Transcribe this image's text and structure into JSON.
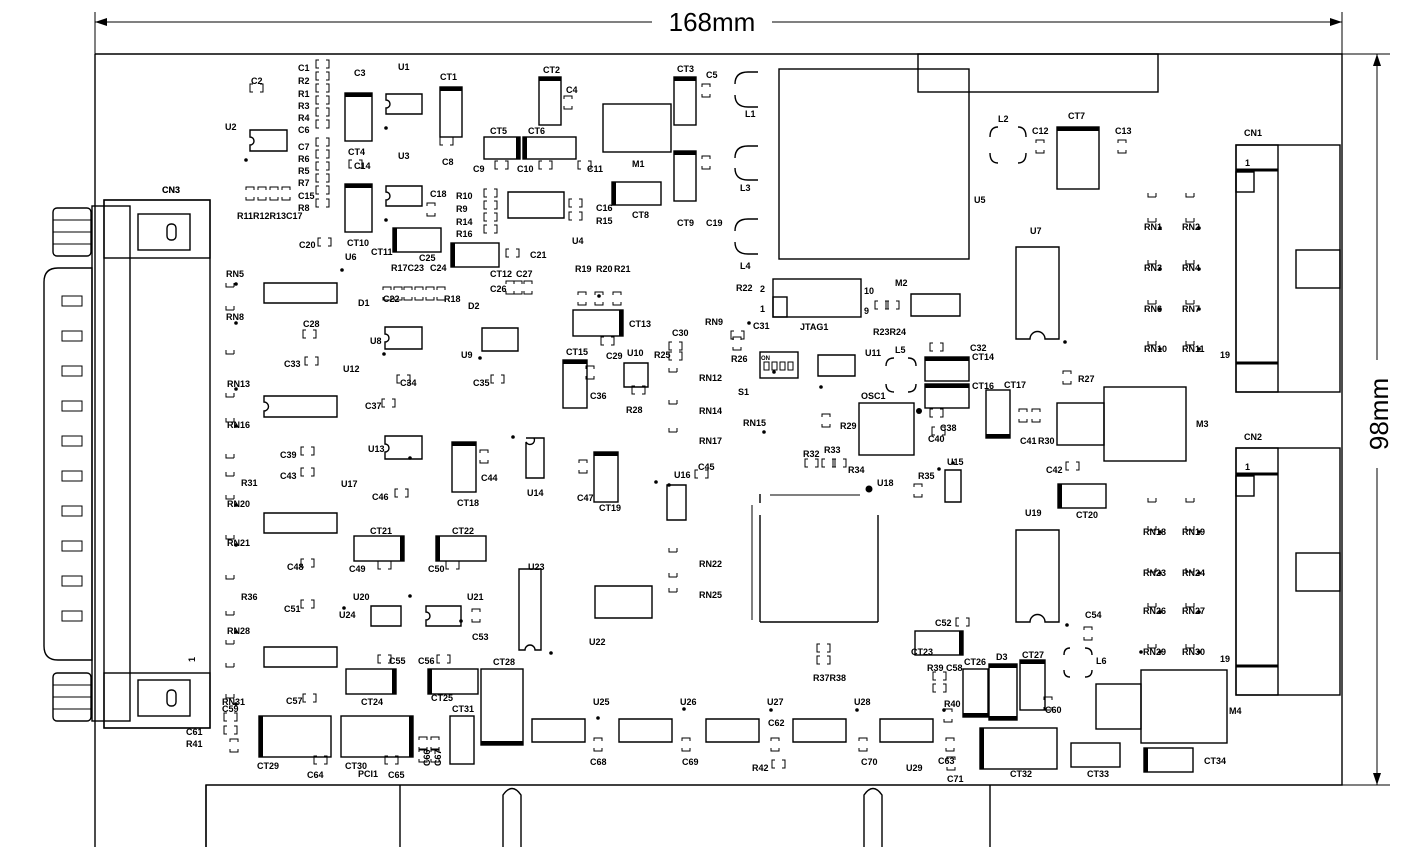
{
  "dimensions": {
    "width": "168mm",
    "height": "98mm"
  },
  "connectors": {
    "cn1": {
      "name": "CN1",
      "pin_first": "1",
      "pin_last": "19"
    },
    "cn2": {
      "name": "CN2",
      "pin_first": "1",
      "pin_last": "19"
    },
    "cn3": {
      "name": "CN3",
      "pin_first": "1"
    }
  },
  "labels": {
    "jtag": "JTAG1",
    "jtag_n10": "10",
    "jtag_n9": "9",
    "jtag_n2": "2",
    "jtag_n1": "1",
    "s1": "S1",
    "dip_on": "ON",
    "osc": "OSC1",
    "pci": "PCI1",
    "refdes": [
      "C1",
      "R2",
      "R1",
      "R3",
      "R4",
      "C6",
      "C7",
      "R6",
      "R5",
      "R7",
      "C15",
      "R8",
      "C2",
      "C3",
      "U1",
      "CT1",
      "CT2",
      "C4",
      "CT3",
      "C5",
      "U2",
      "CT4",
      "U3",
      "C8",
      "C14",
      "CT5",
      "CT6",
      "M1",
      "L1",
      "L2",
      "CT7",
      "C12",
      "C13",
      "C9",
      "C10",
      "C11",
      "CT9",
      "C19",
      "L3",
      "U5",
      "C18",
      "R10",
      "R9",
      "R14",
      "R16",
      "C16",
      "R15",
      "CT8",
      "U4",
      "R11R12R13C17",
      "CT10",
      "C20",
      "CT11",
      "C21",
      "C25",
      "CT12",
      "C27",
      "C26",
      "D1",
      "D2",
      "U6",
      "R17C23",
      "C24",
      "C22",
      "R18",
      "R19",
      "R20",
      "R21",
      "CN3",
      "L4",
      "RN1",
      "RN2",
      "RN3",
      "RN4",
      "RN6",
      "RN7",
      "RN10",
      "RN11",
      "U7",
      "RN5",
      "RN8",
      "C28",
      "U8",
      "U9",
      "C33",
      "U12",
      "C34",
      "C35",
      "C37",
      "CT13",
      "R22",
      "R23R24",
      "M2",
      "C31",
      "C30",
      "RN9",
      "R26",
      "C29",
      "U10",
      "R25",
      "CT15",
      "C36",
      "R28",
      "RN12",
      "RN13",
      "RN14",
      "RN15",
      "RN16",
      "RN17",
      "R29",
      "C32",
      "CT14",
      "CT16",
      "CT17",
      "R27",
      "M3",
      "C41",
      "R30",
      "C38",
      "C40",
      "U11",
      "L5",
      "U13",
      "CT18",
      "C44",
      "U14",
      "C47",
      "CT19",
      "U16",
      "C45",
      "C39",
      "C43",
      "R31",
      "C46",
      "U17",
      "R32",
      "R33",
      "R34",
      "U18",
      "U15",
      "R35",
      "C42",
      "CT20",
      "U19",
      "RN18",
      "RN19",
      "RN20",
      "RN21",
      "RN22",
      "RN23",
      "RN24",
      "RN25",
      "RN26",
      "RN27",
      "RN28",
      "RN29",
      "RN30",
      "RN31",
      "CT21",
      "CT22",
      "C48",
      "C49",
      "C50",
      "U23",
      "C51",
      "R36",
      "U20",
      "U24",
      "U21",
      "C53",
      "U22",
      "CT23",
      "C52",
      "C54",
      "L6",
      "R39",
      "C58",
      "D3",
      "CT26",
      "CT27",
      "C60",
      "R40",
      "R37R38",
      "C55",
      "C56",
      "CT24",
      "CT25",
      "CT28",
      "C57",
      "C59",
      "C61",
      "R41",
      "CT31",
      "U25",
      "U26",
      "U27",
      "U28",
      "C62",
      "C63",
      "CT29",
      "CT30",
      "C64",
      "C65",
      "C66",
      "C67",
      "C68",
      "C69",
      "R42",
      "C70",
      "U29",
      "C71",
      "CT32",
      "CT33",
      "CT34",
      "M4"
    ]
  }
}
